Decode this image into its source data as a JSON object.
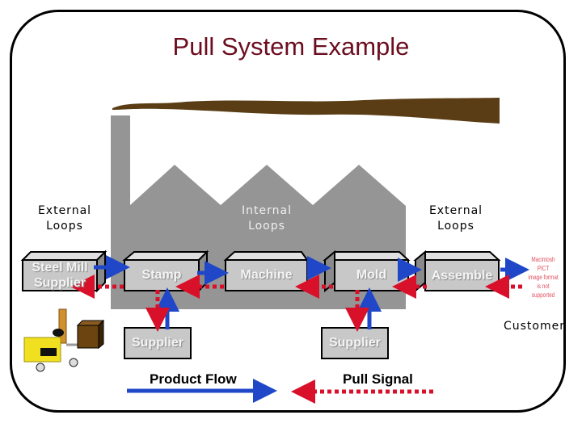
{
  "title": "Pull System Example",
  "loops": {
    "left": {
      "line1": "External",
      "line2": "Loops"
    },
    "center": {
      "line1": "Internal",
      "line2": "Loops"
    },
    "right": {
      "line1": "External",
      "line2": "Loops"
    }
  },
  "nodes": {
    "steel_mill": {
      "line1": "Steel Mill",
      "line2": "Supplier"
    },
    "stamp": "Stamp",
    "machine": "Machine",
    "mold": "Mold",
    "assemble": "Assemble",
    "supplier_left": "Supplier",
    "supplier_right": "Supplier",
    "customer": "Customer"
  },
  "placeholder_image": {
    "line1": "Macintosh PICT",
    "line2": "image format",
    "line3": "is not supported"
  },
  "legend": {
    "product_flow": "Product Flow",
    "pull_signal": "Pull Signal"
  },
  "colors": {
    "title": "#6b0d1f",
    "product_flow": "#1f47c8",
    "pull_signal": "#d8102a",
    "factory": "#959595",
    "smoke": "#5a3d14",
    "box_face": "#c8c8c8"
  }
}
